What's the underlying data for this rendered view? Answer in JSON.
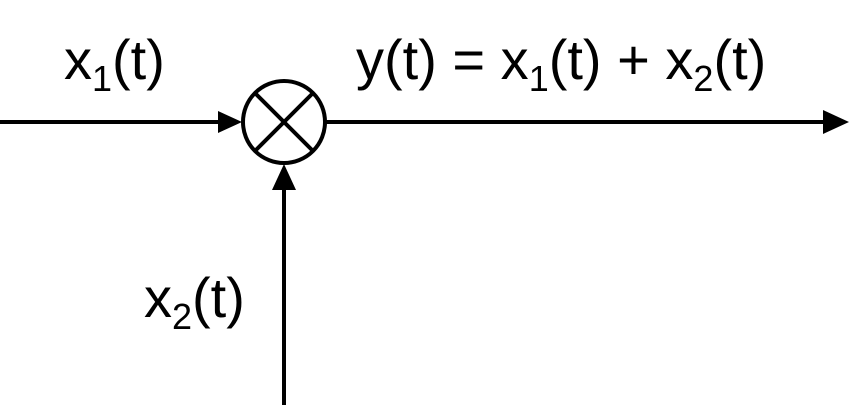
{
  "labels": {
    "input1": {
      "base": "x",
      "sub": "1",
      "tail": "(t)"
    },
    "input2": {
      "base": "x",
      "sub": "2",
      "tail": "(t)"
    },
    "output": {
      "lhs": "y(t) = x",
      "sub1": "1",
      "mid": "(t) + x",
      "sub2": "2",
      "tail": "(t)"
    }
  },
  "colors": {
    "stroke": "#000000",
    "background": "#ffffff"
  },
  "icons": {
    "junction": "multiplier-junction-icon"
  }
}
